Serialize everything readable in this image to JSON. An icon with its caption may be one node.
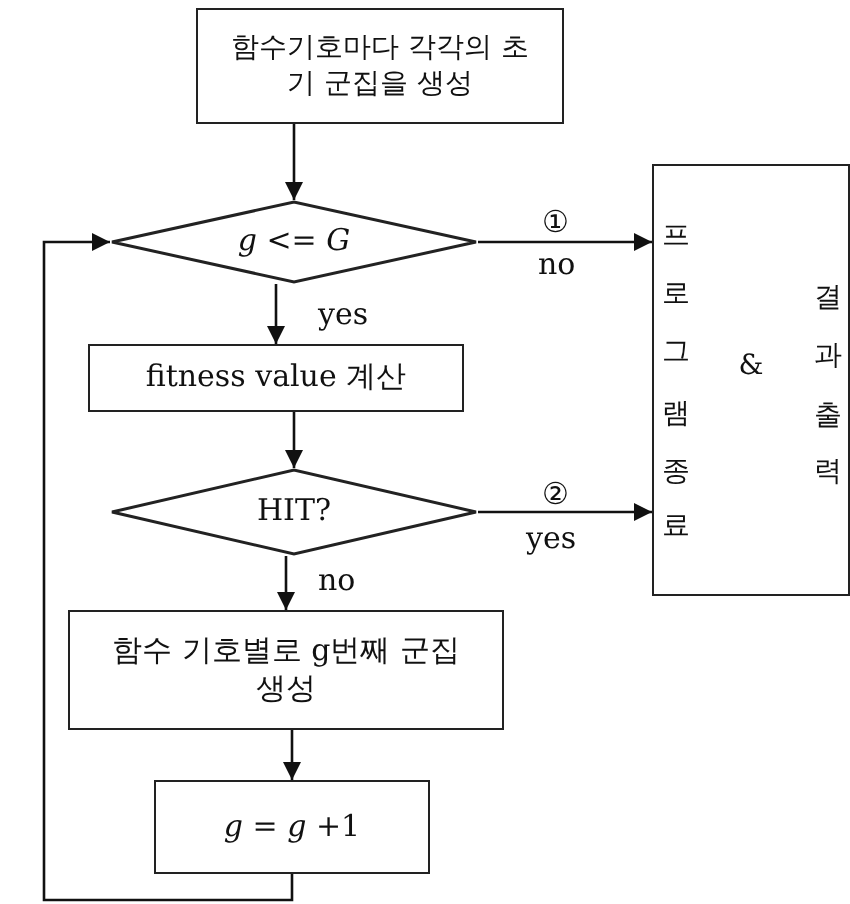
{
  "diagram": {
    "nodes": [
      {
        "text": [
          "함수기호마다 각각의 초기 군집을 생성"
        ]
      },
      {
        "text": [
          "*g* <= *G*"
        ]
      },
      {
        "text": [
          "fitness value 계산"
        ]
      },
      {
        "text": [
          "HIT?"
        ]
      },
      {
        "text": [
          "함수 기호별로 g번째 군집 생성"
        ]
      },
      {
        "text": [
          "*g* = *g* +1"
        ]
      },
      {
        "text": [
          "프로그램종료 & 결과출력"
        ]
      }
    ],
    "edges": [
      {
        "from": 0,
        "to": 1,
        "arrow": "to"
      },
      {
        "from": 1,
        "to": 2,
        "arrow": "to",
        "label": "yes"
      },
      {
        "from": 2,
        "to": 3,
        "arrow": "to"
      },
      {
        "from": 3,
        "to": 4,
        "arrow": "to",
        "label": "no"
      },
      {
        "from": 4,
        "to": 5,
        "arrow": "to"
      },
      {
        "from": 5,
        "to": 1,
        "arrow": "to"
      },
      {
        "from": 1,
        "to": 6,
        "arrow": "to",
        "label": "no"
      },
      {
        "from": 3,
        "to": 6,
        "arrow": "to",
        "label": "yes"
      }
    ],
    "labels": [
      "①",
      "②"
    ]
  }
}
